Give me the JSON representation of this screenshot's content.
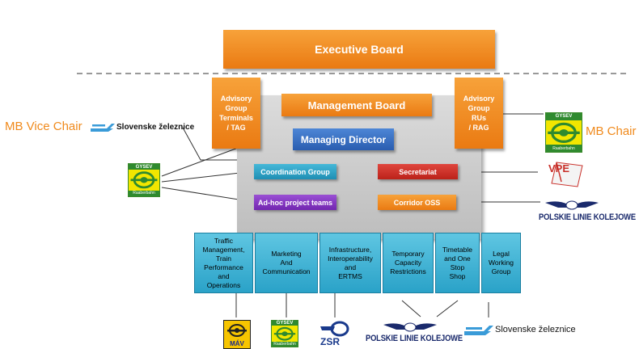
{
  "executive_board": "Executive Board",
  "management_board": "Management Board",
  "managing_director": "Managing Director",
  "advisory_terminals": "Advisory\nGroup\nTerminals\n/ TAG",
  "advisory_rus": "Advisory\nGroup\nRUs\n/ RAG",
  "coordination_group": "Coordination Group",
  "adhoc_teams": "Ad-hoc project teams",
  "secretariat": "Secretariat",
  "corridor_oss": "Corridor OSS",
  "mb_vice_chair": "MB Vice Chair",
  "mb_chair": "MB Chair",
  "slovenske": "Slovenske železnice",
  "plk": "POLSKIE LINIE KOLEJOWE",
  "vpe": "VPE",
  "mav": "MÁV",
  "zsr": "ZSR",
  "gysev_top": "GYSEV",
  "gysev_bottom": "Raaberbahn",
  "working_groups": [
    "Traffic\nManagement,\nTrain\nPerformance\nand\nOperations",
    "Marketing\nAnd\nCommunication",
    "Infrastructure,\nInteroperability\nand\nERTMS",
    "Temporary\nCapacity\nRestrictions",
    "Timetable\nand One\nStop\nShop",
    "Legal\nWorking\nGroup"
  ],
  "colors": {
    "orange": "#f08a1c",
    "teal": "#2aa2c8",
    "red": "#c9302a",
    "purple": "#7a2eb8",
    "blue": "#2a5db0"
  }
}
